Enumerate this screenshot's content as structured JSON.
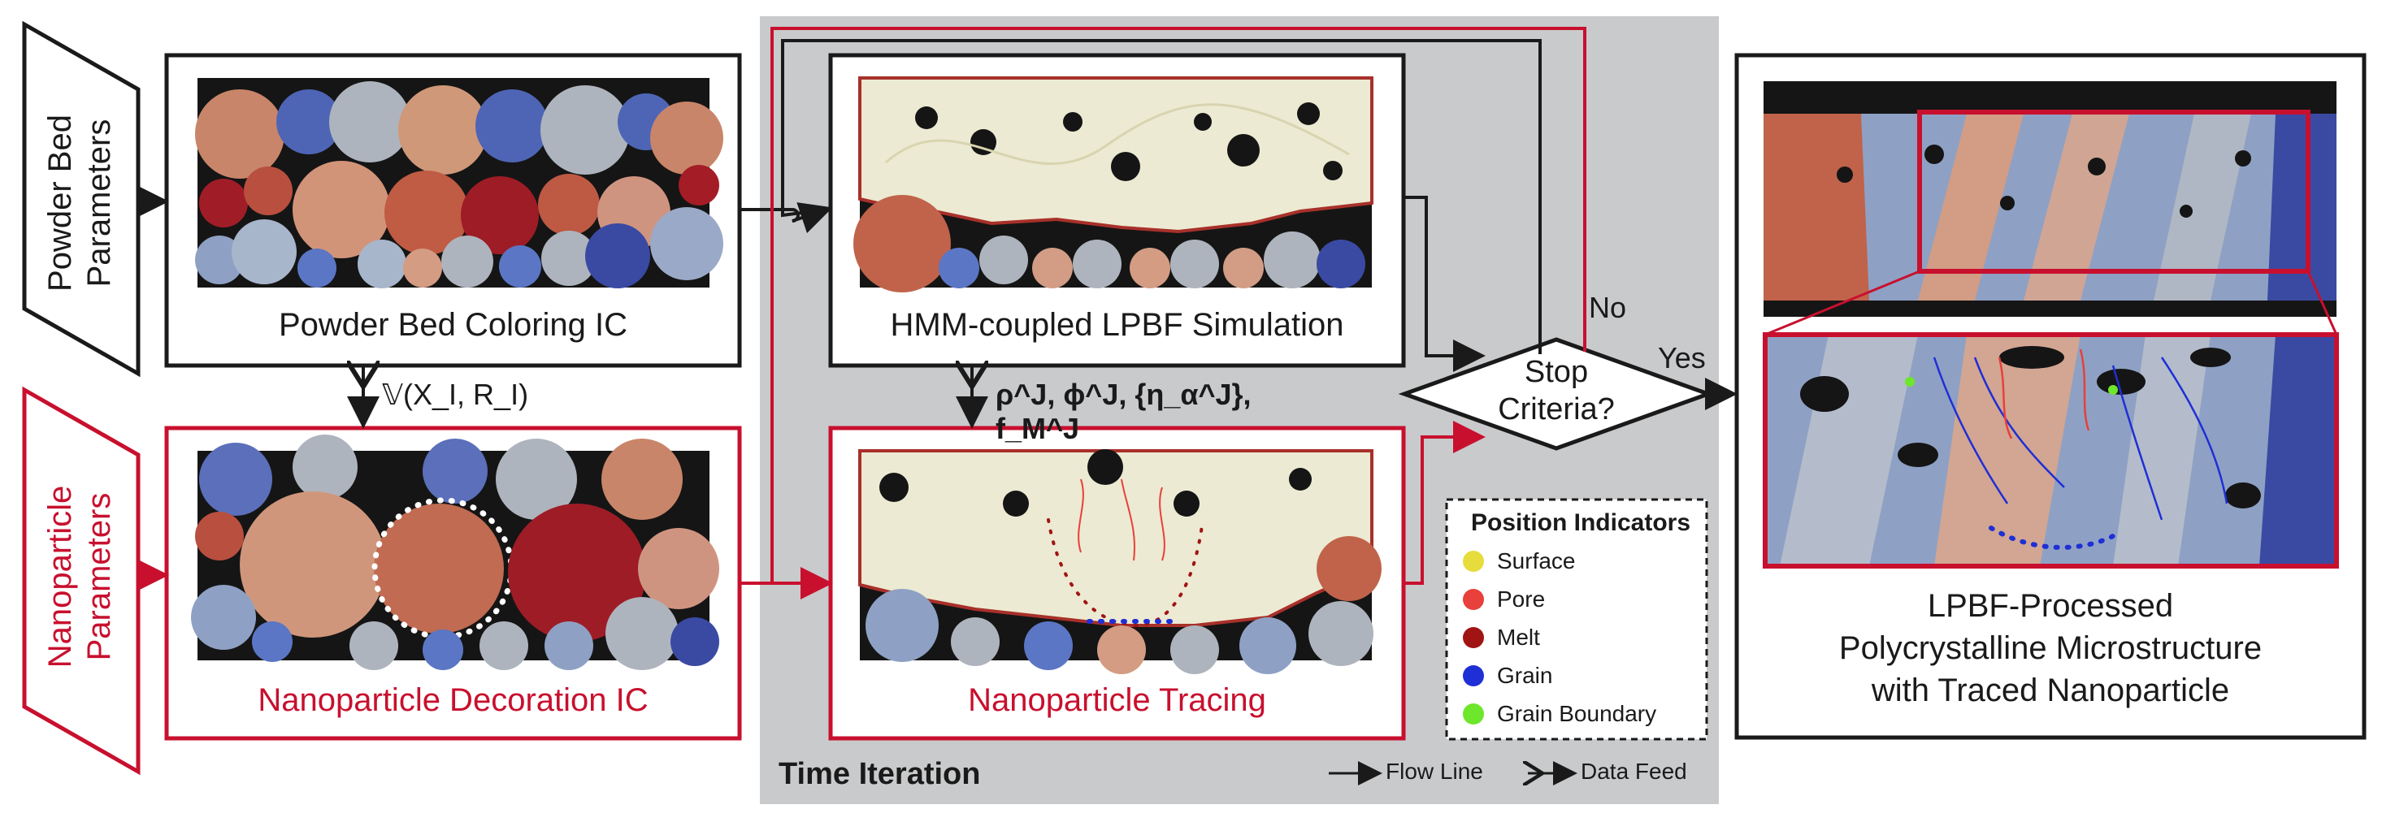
{
  "inputs": {
    "powder_bed_parameters": [
      "Powder Bed",
      "Parameters"
    ],
    "nanoparticle_parameters": [
      "Nanoparticle",
      "Parameters"
    ]
  },
  "panels": {
    "powder_bed_ic": "Powder Bed Coloring IC",
    "nanoparticle_ic": "Nanoparticle Decoration IC",
    "simulation": "HMM-coupled LPBF Simulation",
    "tracing": "Nanoparticle Tracing",
    "result": [
      "LPBF-Processed",
      "Polycrystalline Microstructure",
      "with Traced Nanoparticle"
    ]
  },
  "feeds": {
    "ic_feed": "𝕍(X_I, R_I)",
    "sim_feed": "ρ^J, ϕ^J, {η_α^J}, f_M^J"
  },
  "decision": {
    "label": [
      "Stop",
      "Criteria?"
    ],
    "no": "No",
    "yes": "Yes"
  },
  "time_iteration": "Time Iteration",
  "legend": {
    "title": "Position Indicators",
    "items": [
      {
        "label": "Surface",
        "color": "#e6dc3c"
      },
      {
        "label": "Pore",
        "color": "#e8403a"
      },
      {
        "label": "Melt",
        "color": "#a01414"
      },
      {
        "label": "Grain",
        "color": "#1f2fd6"
      },
      {
        "label": "Grain Boundary",
        "color": "#6ee62c"
      }
    ]
  },
  "line_key": {
    "flow": "Flow Line",
    "feed": "Data Feed"
  },
  "colors": {
    "accent_red": "#c8102e",
    "panel_gray": "#c9cacc"
  }
}
